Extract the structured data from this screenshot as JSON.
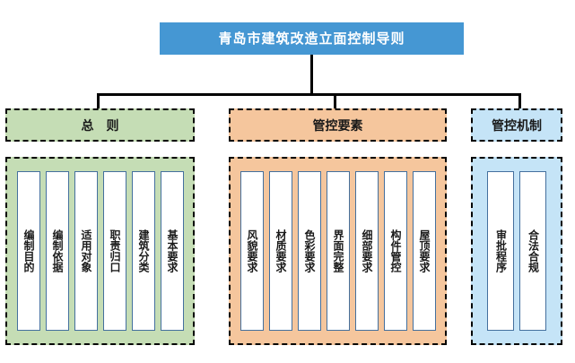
{
  "diagram": {
    "title": "青岛市建筑改造立面控制导则",
    "colors": {
      "title_bar": "#4597d3",
      "general_fill": "#c5ddb5",
      "elements_fill": "#f5c69d",
      "mechanism_fill": "#c5e4f7",
      "chip_border": "#44709e",
      "connector": "#000000",
      "chip_fill": "#ffffff",
      "title_text": "#ffffff"
    },
    "sections": [
      {
        "id": "general",
        "header": "总　则",
        "items": [
          {
            "label": "编制目的"
          },
          {
            "label": "编制依据"
          },
          {
            "label": "适用对象"
          },
          {
            "label": "职责归口"
          },
          {
            "label": "建筑分类"
          },
          {
            "label": "基本要求"
          }
        ]
      },
      {
        "id": "elements",
        "header": "管控要素",
        "items": [
          {
            "label": "风貌要求"
          },
          {
            "label": "材质要求"
          },
          {
            "label": "色彩要求"
          },
          {
            "label": "界面完整"
          },
          {
            "label": "细部要求"
          },
          {
            "label": "构件管控"
          },
          {
            "label": "屋顶要求"
          }
        ]
      },
      {
        "id": "mechanism",
        "header": "管控机制",
        "items": [
          {
            "label": "审批程序"
          },
          {
            "label": "合法合规"
          }
        ]
      }
    ]
  }
}
